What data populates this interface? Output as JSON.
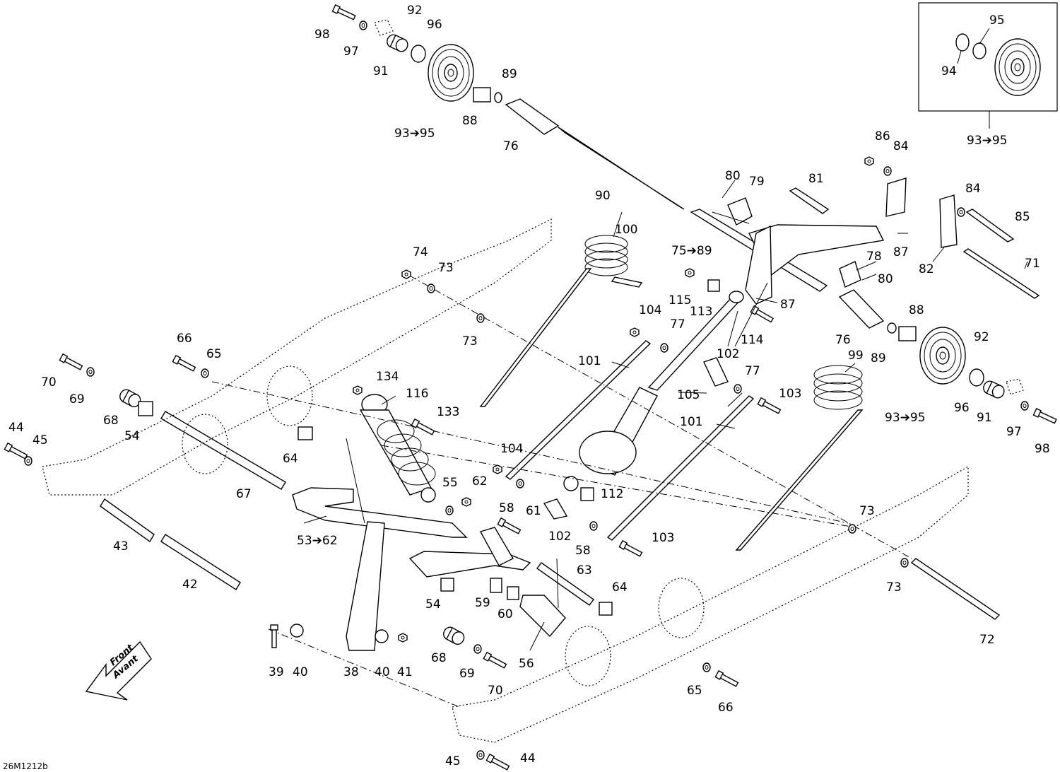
{
  "diagram_id": "26M1212b",
  "front_arrow": {
    "line1": "Front",
    "line2": "Avant"
  },
  "callouts": {
    "c98a": "98",
    "c92a": "92",
    "c96a": "96",
    "c97a": "97",
    "c91a": "91",
    "c89a": "89",
    "c88a": "88",
    "c9395a": "93➔95",
    "c76a": "76",
    "c95inset": "95",
    "c94inset": "94",
    "c9395inset": "93➔95",
    "c90": "90",
    "c80a": "80",
    "c79": "79",
    "c81": "81",
    "c86": "86",
    "c84a": "84",
    "c84b": "84",
    "c85": "85",
    "c7589": "75➔89",
    "c82": "82",
    "c87a": "87",
    "c78": "78",
    "c80b": "80",
    "c71": "71",
    "c100": "100",
    "c74": "74",
    "c73a": "73",
    "c73b": "73",
    "c115": "115",
    "c113": "113",
    "c87b": "87",
    "c114": "114",
    "c76b": "76",
    "c88b": "88",
    "c89b": "89",
    "c92b": "92",
    "c104a": "104",
    "c77a": "77",
    "c102a": "102",
    "c66a": "66",
    "c65a": "65",
    "c70a": "70",
    "c69a": "69",
    "c101a": "101",
    "c77b": "77",
    "c99": "99",
    "c105": "105",
    "c134": "134",
    "c116": "116",
    "c68a": "68",
    "c54a": "54",
    "c103a": "103",
    "c9395b": "93➔95",
    "c96b": "96",
    "c91b": "91",
    "c97b": "97",
    "c98b": "98",
    "c133": "133",
    "c101b": "101",
    "c44a": "44",
    "c45a": "45",
    "c64a": "64",
    "c104b": "104",
    "c67": "67",
    "c55": "55",
    "c62": "62",
    "c112": "112",
    "c58a": "58",
    "c61": "61",
    "c102b": "102",
    "c73c": "73",
    "c5362": "53➔62",
    "c58b": "58",
    "c103b": "103",
    "c43": "43",
    "c63": "63",
    "c73d": "73",
    "c42": "42",
    "c64b": "64",
    "c54b": "54",
    "c59": "59",
    "c60": "60",
    "c72": "72",
    "c56": "56",
    "c39": "39",
    "c40a": "40",
    "c38": "38",
    "c40b": "40",
    "c41": "41",
    "c68b": "68",
    "c69b": "69",
    "c70b": "70",
    "c65b": "65",
    "c66b": "66",
    "c45b": "45",
    "c44b": "44"
  }
}
